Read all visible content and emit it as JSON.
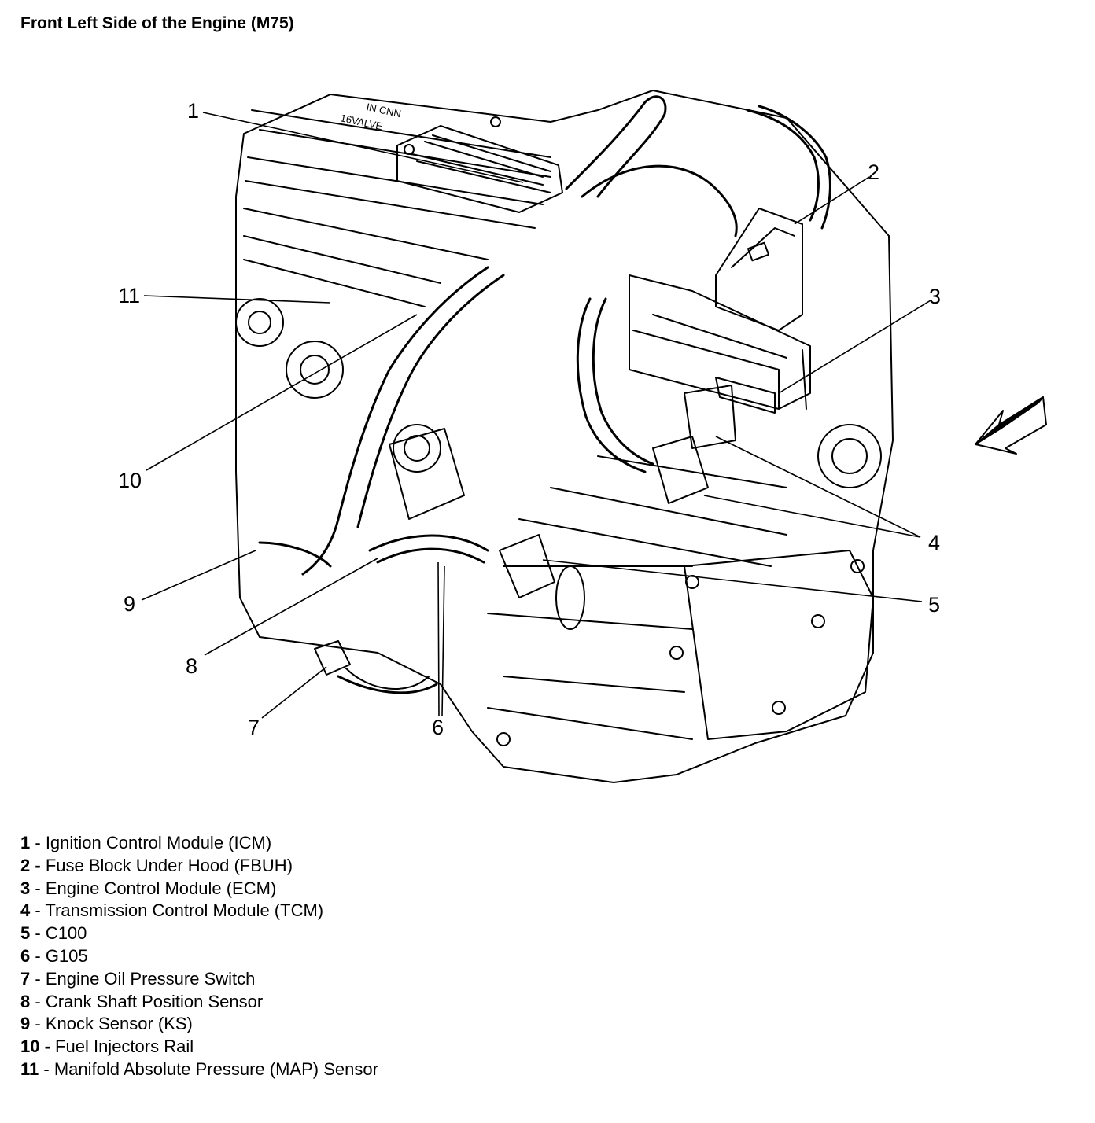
{
  "title": "Front Left Side of the Engine (M75)",
  "engine_text": {
    "line1": "IN CNN",
    "line2": "16VALVE"
  },
  "callouts": [
    "1",
    "2",
    "3",
    "4",
    "5",
    "6",
    "7",
    "8",
    "9",
    "10",
    "11"
  ],
  "legend": [
    {
      "num": "1",
      "sep": " - ",
      "label": "Ignition Control Module (ICM)"
    },
    {
      "num": "2 -",
      "sep": " ",
      "label": "Fuse Block Under Hood (FBUH)"
    },
    {
      "num": "3",
      "sep": " - ",
      "label": "Engine Control Module (ECM)"
    },
    {
      "num": "4",
      "sep": " - ",
      "label": "Transmission Control Module (TCM)"
    },
    {
      "num": "5",
      "sep": " - ",
      "label": "C100"
    },
    {
      "num": "6",
      "sep": " - ",
      "label": "G105"
    },
    {
      "num": "7",
      "sep": " - ",
      "label": "Engine Oil Pressure Switch"
    },
    {
      "num": "8",
      "sep": " - ",
      "label": "Crank Shaft Position Sensor"
    },
    {
      "num": "9",
      "sep": " - ",
      "label": "Knock Sensor (KS)"
    },
    {
      "num": "10 -",
      "sep": " ",
      "label": "Fuel Injectors Rail"
    },
    {
      "num": "11",
      "sep": " - ",
      "label": "Manifold Absolute Pressure (MAP) Sensor"
    }
  ]
}
